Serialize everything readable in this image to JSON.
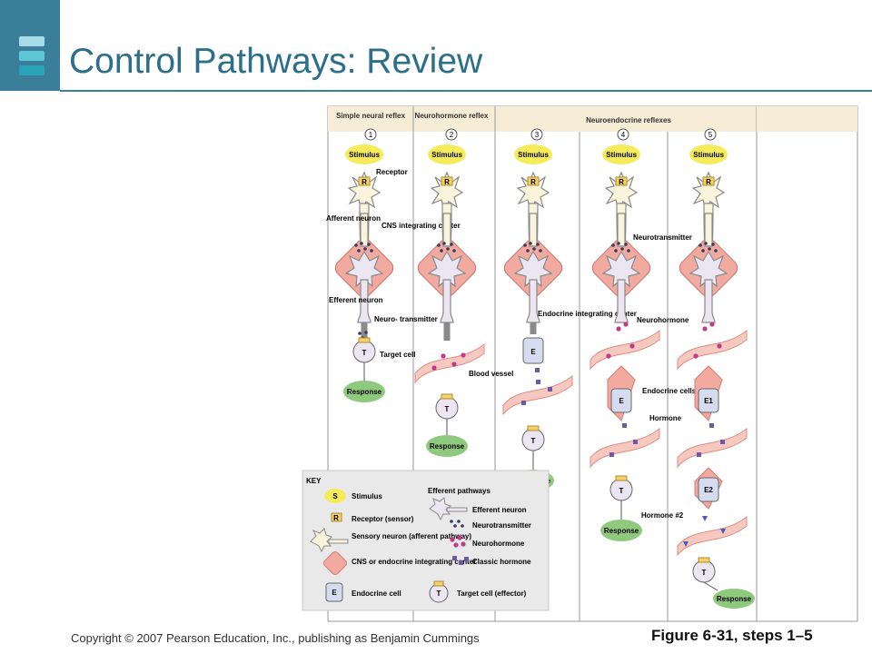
{
  "header": {
    "title": "Control Pathways: Review",
    "colors": {
      "accent": "#3a7e99",
      "title": "#2b6f8a"
    }
  },
  "footer": {
    "copyright": "Copyright © 2007 Pearson Education, Inc., publishing as Benjamin Cummings",
    "figure": "Figure 6-31, steps 1–5"
  },
  "columns": {
    "col1_header": "Simple neural reflex",
    "col2_header": "Neurohormone reflex",
    "col345_header": "Neuroendocrine reflexes",
    "numbers": [
      "1",
      "2",
      "3",
      "4",
      "5"
    ]
  },
  "labels": {
    "stimulus": "Stimulus",
    "receptor_letter": "R",
    "receptor": "Receptor",
    "afferent_neuron": "Afferent neuron",
    "cns": "CNS integrating center",
    "efferent_neuron": "Efferent neuron",
    "neuro_transmitter": "Neuro- transmitter",
    "target_cell": "Target cell",
    "target_letter": "T",
    "response": "Response",
    "blood_vessel": "Blood vessel",
    "endocrine_integrating": "Endocrine integrating center",
    "endocrine_letter": "E",
    "neurotransmitter": "Neurotransmitter",
    "neurohormone": "Neurohormone",
    "endocrine_cells": "Endocrine cells",
    "e1": "E1",
    "e2": "E2",
    "hormone": "Hormone",
    "hormone2": "Hormone #2"
  },
  "key": {
    "title": "KEY",
    "stimulus_letter": "S",
    "stimulus": "Stimulus",
    "receptor_letter": "R",
    "receptor": "Receptor (sensor)",
    "sensory": "Sensory neuron (afferent pathway)",
    "cns": "CNS or endocrine integrating center",
    "endocrine_letter": "E",
    "endocrine": "Endocrine cell",
    "efferent_pathways": "Efferent pathways",
    "efferent_neuron": "Efferent neuron",
    "neurotransmitter": "Neurotransmitter",
    "neurohormone": "Neurohormone",
    "classic_hormone": "Classic hormone",
    "target_letter": "T",
    "target": "Target cell (effector)"
  }
}
